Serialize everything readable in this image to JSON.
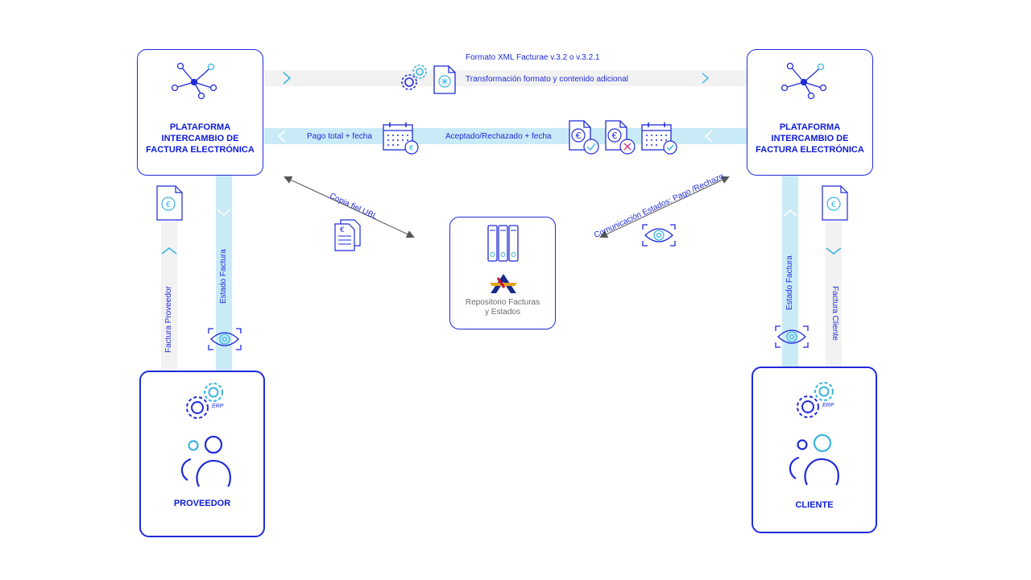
{
  "platform_left": {
    "title_line1": "PLATAFORMA",
    "title_line2": "INTERCAMBIO DE",
    "title_line3": "FACTURA ELECTRÓNICA"
  },
  "platform_right": {
    "title_line1": "PLATAFORMA",
    "title_line2": "INTERCAMBIO DE",
    "title_line3": "FACTURA ELECTRÓNICA"
  },
  "flows": {
    "format_xml": "Formato XML Facturae v.3.2 o v.3.2.1",
    "transform": "Transformación formato y contenido adicional",
    "payment": "Pago total + fecha",
    "accepted": "Aceptado/Rechazado + fecha",
    "copy_ubl": "Copia fiel UBL",
    "comm_states": "Comunicación Estados: Pago /Rechazo",
    "invoice_supplier": "Factura Proveedor",
    "state_left": "Estado Factura",
    "state_right": "Estado Factura",
    "invoice_client": "Factura Cliente"
  },
  "repository": {
    "line1": "Repositorio Facturas",
    "line2": "y Estados"
  },
  "supplier": {
    "label": "PROVEEDOR",
    "erp": "ERP"
  },
  "client": {
    "label": "CLIENTE",
    "erp": "ERP"
  },
  "colors": {
    "primary": "#1f2bd9",
    "accent": "#3cb4e0",
    "band_blue": "#c9ebf7",
    "band_gray": "#f2f2f2",
    "reject": "#d63384"
  },
  "icons": [
    "network-icon",
    "gear-icon",
    "document-icon",
    "calendar-icon",
    "euro-document-icon",
    "eye-icon",
    "binder-icon",
    "agency-logo-icon",
    "user-icon"
  ]
}
